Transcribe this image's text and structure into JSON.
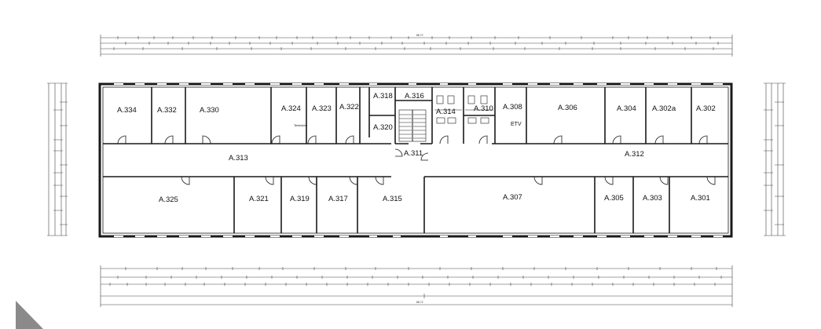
{
  "rooms": {
    "a334": "A.334",
    "a332": "A.332",
    "a330": "A.330",
    "a324": "A.324",
    "a323": "A.323",
    "a322": "A.322",
    "a318": "A.318",
    "a320": "A.320",
    "a316": "A.316",
    "a314": "A.314",
    "a310": "A.310",
    "a308": "A.308",
    "a306": "A.306",
    "a304": "A.304",
    "a302a": "A.302a",
    "a302": "A.302",
    "a313": "A.313",
    "a311": "A.311",
    "a312": "A.312",
    "a325": "A.325",
    "a321": "A.321",
    "a319": "A.319",
    "a317": "A.317",
    "a315": "A.315",
    "a307": "A.307",
    "a305": "A.305",
    "a303": "A.303",
    "a301": "A.301"
  },
  "labels": {
    "etv": "ETV",
    "annotation_a324": "Teeküche"
  },
  "dimensions": {
    "overall_top": "88.72",
    "overall_bottom": "88.72"
  },
  "colors": {
    "line": "#1a1a1a",
    "dim_line": "#444444",
    "corner": "#8a8a8a"
  }
}
